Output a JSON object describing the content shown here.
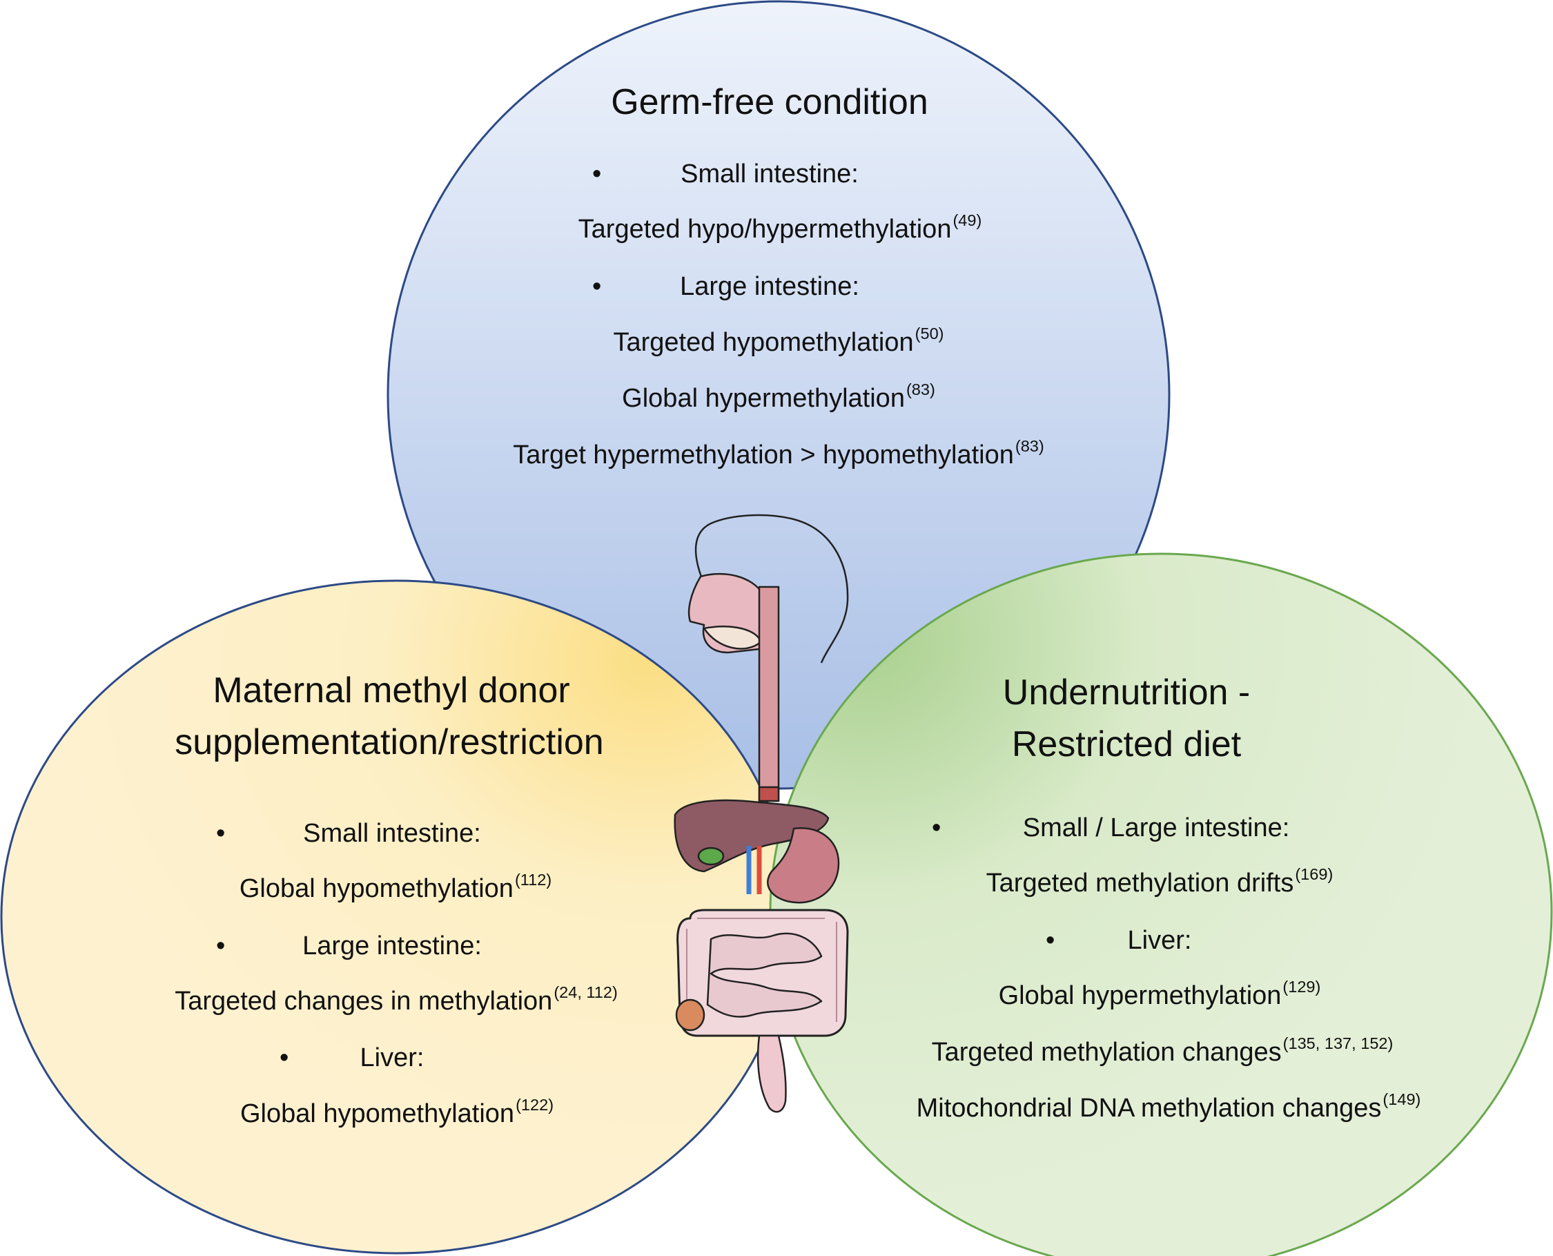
{
  "top": {
    "title": "Germ-free condition",
    "items": [
      {
        "kind": "bullet",
        "text": "Small intestine:"
      },
      {
        "kind": "line",
        "text": "Targeted hypo/hypermethylation",
        "ref": "(49)"
      },
      {
        "kind": "bullet",
        "text": "Large intestine:"
      },
      {
        "kind": "line",
        "text": "Targeted hypomethylation",
        "ref": "(50)"
      },
      {
        "kind": "line",
        "text": "Global hypermethylation",
        "ref": "(83)"
      },
      {
        "kind": "line",
        "text": "Target hypermethylation > hypomethylation",
        "ref": "(83)"
      }
    ],
    "fill_top": "#eef3fb",
    "fill_bottom": "#a9bfe6",
    "stroke": "#2d4a86"
  },
  "left": {
    "title_line1": "Maternal methyl donor",
    "title_line2": "supplementation/restriction",
    "items": [
      {
        "kind": "bullet",
        "text": "Small intestine:"
      },
      {
        "kind": "line",
        "text": "Global hypomethylation",
        "ref": "(112)"
      },
      {
        "kind": "bullet",
        "text": "Large intestine:"
      },
      {
        "kind": "line",
        "text": "Targeted changes in methylation",
        "ref": "(24, 112)"
      },
      {
        "kind": "bullet",
        "text": "Liver:"
      },
      {
        "kind": "line",
        "text": "Global hypomethylation",
        "ref": "(122)"
      }
    ],
    "fill_light": "#fdf1cf",
    "fill_strong": "#fbde84",
    "stroke": "#2d4a86"
  },
  "right": {
    "title_line1": "Undernutrition -",
    "title_line2": "Restricted diet",
    "items": [
      {
        "kind": "bullet",
        "text": "Small / Large intestine:"
      },
      {
        "kind": "line",
        "text": "Targeted methylation drifts",
        "ref": "(169)"
      },
      {
        "kind": "bullet",
        "text": "Liver:"
      },
      {
        "kind": "line",
        "text": "Global hypermethylation",
        "ref": "(129)"
      },
      {
        "kind": "line",
        "text": "Targeted methylation changes",
        "ref": "(135, 137, 152)"
      },
      {
        "kind": "line",
        "text": "Mitochondrial DNA methylation changes",
        "ref": "(149)"
      }
    ],
    "fill_light": "#e4efd8",
    "fill_strong": "#a9d08e",
    "stroke": "#6aa84f"
  },
  "illustration": {
    "icon": "human-digestive-system-icon",
    "colors": {
      "liver": "#8e5a64",
      "stomach": "#c97d86",
      "intestine": "#e8c9d0",
      "esophagus": "#d99aa0",
      "gallbladder": "#5ca84a"
    }
  }
}
